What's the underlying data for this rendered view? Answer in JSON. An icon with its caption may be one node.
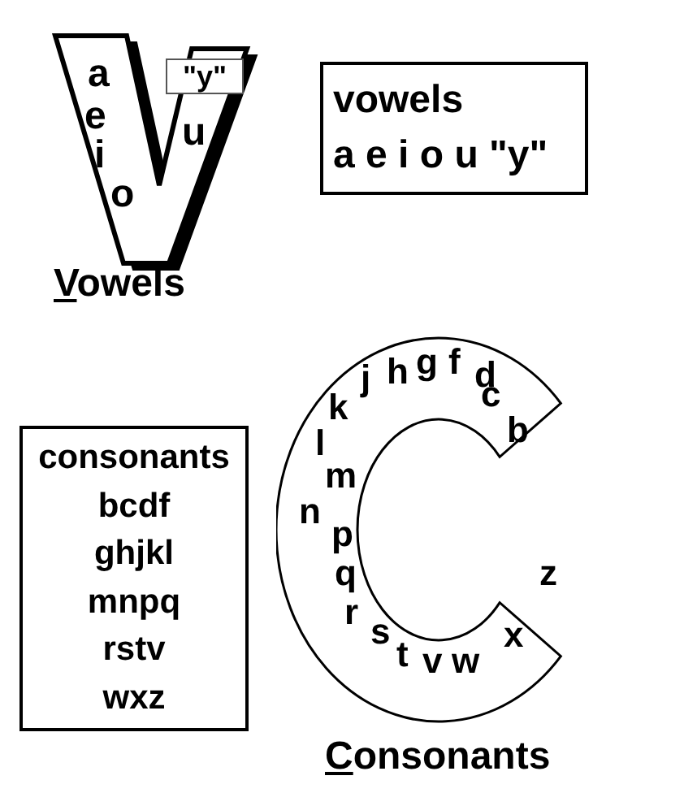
{
  "diagram": {
    "nodes": [
      {
        "text": [
          "a",
          "e",
          "i",
          "o",
          "u"
        ],
        "beside": [
          "Vowels"
        ]
      },
      {
        "text": [
          "\"y\""
        ],
        "in": 0
      },
      {
        "text": [
          "vowels",
          "a e i o u \"y\""
        ]
      },
      {
        "text": [
          "consonants",
          "bcdf",
          "ghjkl",
          "mnpq",
          "rstv",
          "wxz"
        ]
      },
      {
        "text": [
          "k",
          "j",
          "h",
          "g",
          "f",
          "d",
          "c",
          "b",
          "l",
          "m",
          "n",
          "p",
          "q",
          "r",
          "s",
          "t",
          "v",
          "w",
          "x",
          "z"
        ],
        "beside": [
          "Consonants"
        ]
      }
    ],
    "edges": []
  }
}
